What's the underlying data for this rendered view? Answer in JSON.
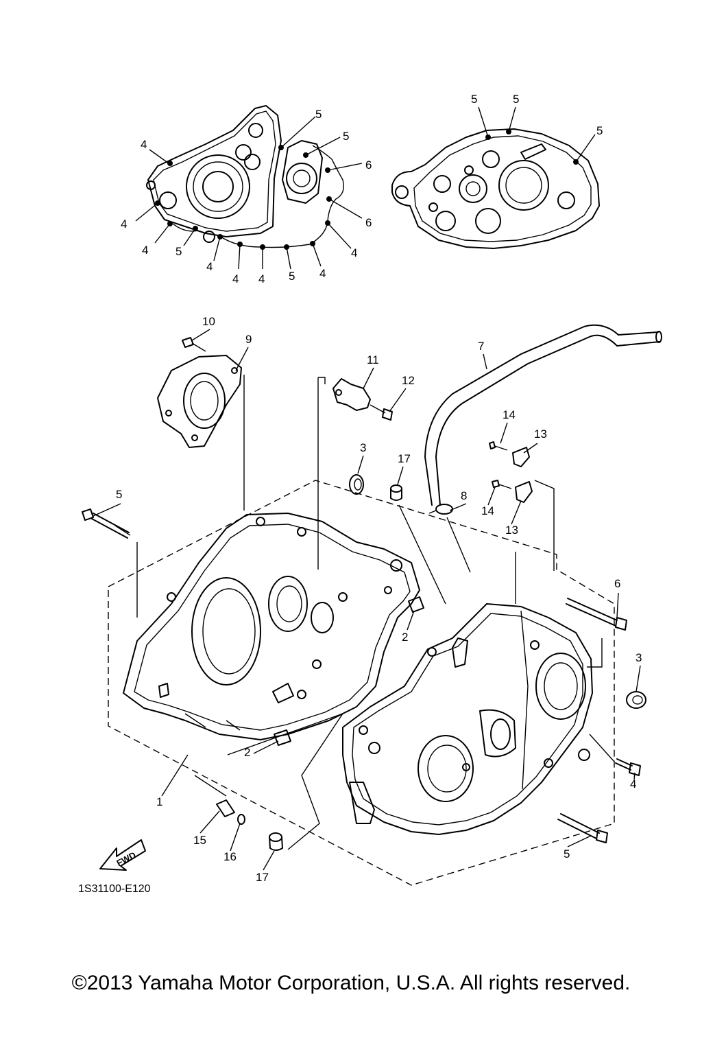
{
  "callouts": {
    "top_left": [
      "4",
      "4",
      "4",
      "4",
      "5",
      "4",
      "4",
      "4",
      "5",
      "4",
      "4",
      "5",
      "5",
      "6",
      "6"
    ],
    "top_right": [
      "5",
      "5",
      "5"
    ],
    "main": [
      "10",
      "9",
      "11",
      "12",
      "7",
      "14",
      "13",
      "3",
      "17",
      "8",
      "14",
      "13",
      "5",
      "6",
      "3",
      "2",
      "2",
      "4",
      "1",
      "5",
      "15",
      "16",
      "17"
    ]
  },
  "fwd_label": "FWD",
  "drawing_code": "1S31100-E120",
  "copyright": "©2013 Yamaha Motor Corporation, U.S.A. All rights reserved."
}
